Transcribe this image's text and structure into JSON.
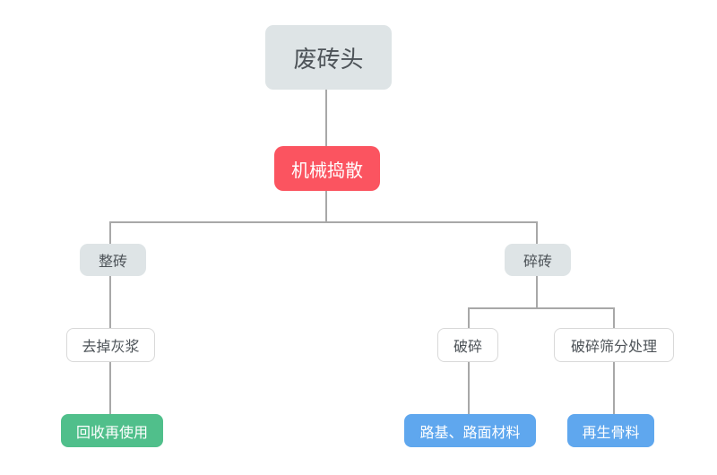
{
  "colors": {
    "red": "#fb5460",
    "green": "#50bf8b",
    "blue": "#5fa7ee",
    "gray_node_bg": "#dee4e6",
    "white_node_border": "#d9d9d9",
    "node_text": "#4d5358",
    "line": "#a8a8a8"
  },
  "diagram": {
    "nodes": [
      {
        "id": "waste-brick",
        "label": "废砖头",
        "style": "gray"
      },
      {
        "id": "mechanical-break",
        "label": "机械捣散",
        "style": "red"
      },
      {
        "id": "whole-brick",
        "label": "整砖",
        "style": "gray"
      },
      {
        "id": "broken-brick",
        "label": "碎砖",
        "style": "gray"
      },
      {
        "id": "remove-mortar",
        "label": "去掉灰浆",
        "style": "white"
      },
      {
        "id": "crush",
        "label": "破碎",
        "style": "white"
      },
      {
        "id": "crush-screen",
        "label": "破碎筛分处理",
        "style": "white"
      },
      {
        "id": "recycle-reuse",
        "label": "回收再使用",
        "style": "green"
      },
      {
        "id": "roadbed-material",
        "label": "路基、路面材料",
        "style": "blue"
      },
      {
        "id": "recycled-aggregate",
        "label": "再生骨料",
        "style": "blue"
      }
    ],
    "edges": [
      [
        "waste-brick",
        "mechanical-break"
      ],
      [
        "mechanical-break",
        "whole-brick"
      ],
      [
        "mechanical-break",
        "broken-brick"
      ],
      [
        "whole-brick",
        "remove-mortar"
      ],
      [
        "remove-mortar",
        "recycle-reuse"
      ],
      [
        "broken-brick",
        "crush"
      ],
      [
        "broken-brick",
        "crush-screen"
      ],
      [
        "crush",
        "roadbed-material"
      ],
      [
        "crush-screen",
        "recycled-aggregate"
      ]
    ]
  }
}
